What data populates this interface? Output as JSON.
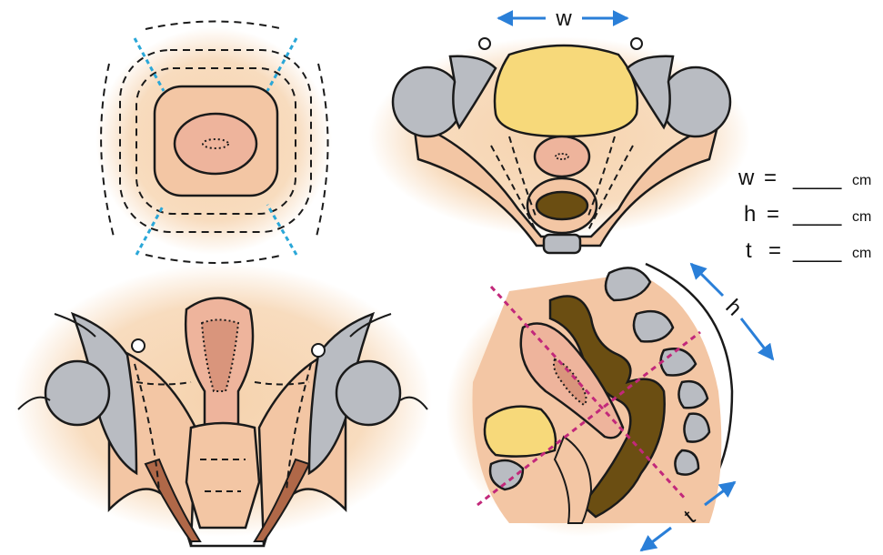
{
  "labels": {
    "width_symbol": "w",
    "height_symbol": "h",
    "thickness_symbol": "t"
  },
  "measurements": [
    {
      "symbol": "w",
      "equals": "=",
      "blank": "____",
      "unit": "cm"
    },
    {
      "symbol": "h",
      "equals": "=",
      "blank": "____",
      "unit": "cm"
    },
    {
      "symbol": "t",
      "equals": "=",
      "blank": "____",
      "unit": "cm"
    }
  ],
  "colors": {
    "background": "#ffffff",
    "tissue_glow": "#f6d3ae",
    "uterus": "#eeb49c",
    "bladder": "#f7d97a",
    "bone": "#b9bcc2",
    "rectum": "#6b4e12",
    "ligament": "#b06848",
    "arrow_blue": "#2a7fd8",
    "cut_line_blue": "#2aa7d8",
    "cut_line_magenta": "#c2287a",
    "outline": "#1a1a1a"
  },
  "icons": [
    "double-arrow-icon"
  ]
}
